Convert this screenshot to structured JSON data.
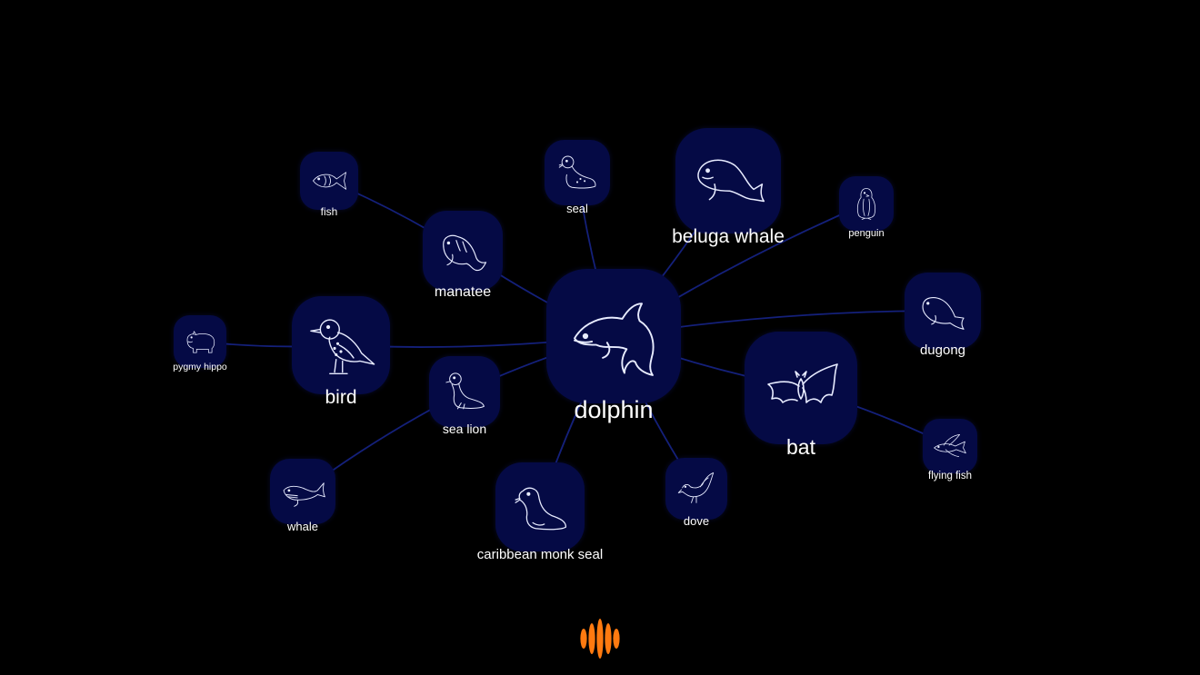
{
  "colors": {
    "background": "#000000",
    "tile": "#050a45",
    "edge": "#14207a",
    "icon_stroke": "#e8ecff",
    "label": "#ffffff",
    "logo": "#ff7a10"
  },
  "center": {
    "id": "dolphin",
    "label": "dolphin",
    "icon": "dolphin-icon"
  },
  "nodes": [
    {
      "id": "dolphin",
      "label": "dolphin",
      "icon": "dolphin-icon",
      "tier": "center"
    },
    {
      "id": "beluga-whale",
      "label": "beluga whale",
      "icon": "beluga-whale-icon",
      "tier": "large"
    },
    {
      "id": "bird",
      "label": "bird",
      "icon": "bird-icon",
      "tier": "large"
    },
    {
      "id": "bat",
      "label": "bat",
      "icon": "bat-icon",
      "tier": "large"
    },
    {
      "id": "manatee",
      "label": "manatee",
      "icon": "manatee-icon",
      "tier": "medium"
    },
    {
      "id": "caribbean-monk-seal",
      "label": "caribbean monk seal",
      "icon": "monk-seal-icon",
      "tier": "medium"
    },
    {
      "id": "dugong",
      "label": "dugong",
      "icon": "dugong-icon",
      "tier": "medium"
    },
    {
      "id": "sea-lion",
      "label": "sea lion",
      "icon": "sea-lion-icon",
      "tier": "small"
    },
    {
      "id": "seal",
      "label": "seal",
      "icon": "seal-icon",
      "tier": "small"
    },
    {
      "id": "dove",
      "label": "dove",
      "icon": "dove-icon",
      "tier": "small"
    },
    {
      "id": "whale",
      "label": "whale",
      "icon": "whale-icon",
      "tier": "small"
    },
    {
      "id": "fish",
      "label": "fish",
      "icon": "fish-icon",
      "tier": "tiny"
    },
    {
      "id": "penguin",
      "label": "penguin",
      "icon": "penguin-icon",
      "tier": "tiny"
    },
    {
      "id": "pygmy-hippo",
      "label": "pygmy hippo",
      "icon": "pygmy-hippo-icon",
      "tier": "tiny"
    },
    {
      "id": "flying-fish",
      "label": "flying fish",
      "icon": "flying-fish-icon",
      "tier": "tiny"
    }
  ],
  "edges": [
    {
      "from": "dolphin",
      "to": "beluga-whale"
    },
    {
      "from": "dolphin",
      "to": "bird"
    },
    {
      "from": "dolphin",
      "to": "bat"
    },
    {
      "from": "dolphin",
      "to": "manatee"
    },
    {
      "from": "dolphin",
      "to": "caribbean-monk-seal"
    },
    {
      "from": "dolphin",
      "to": "dugong"
    },
    {
      "from": "dolphin",
      "to": "sea-lion"
    },
    {
      "from": "dolphin",
      "to": "seal"
    },
    {
      "from": "dolphin",
      "to": "dove"
    },
    {
      "from": "dolphin",
      "to": "penguin"
    },
    {
      "from": "manatee",
      "to": "fish"
    },
    {
      "from": "bird",
      "to": "pygmy-hippo"
    },
    {
      "from": "sea-lion",
      "to": "whale"
    },
    {
      "from": "bat",
      "to": "flying-fish"
    }
  ],
  "logo": {
    "icon": "soundwave-logo-icon"
  }
}
